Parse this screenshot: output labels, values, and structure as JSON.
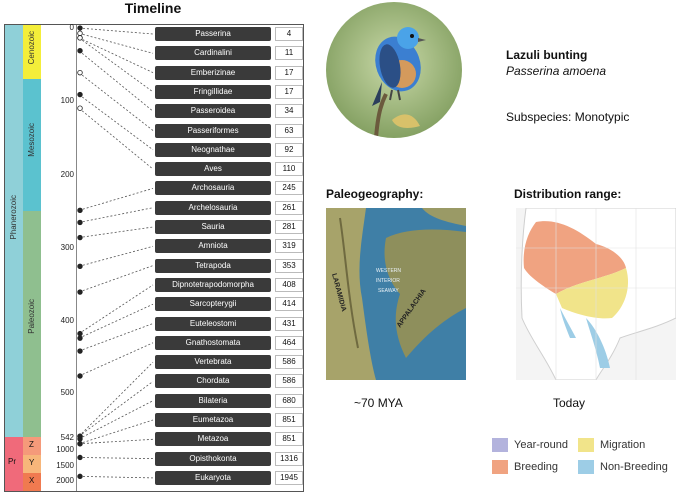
{
  "timeline": {
    "title": "Timeline",
    "eras": [
      "Cenozoic",
      "Mesozoic",
      "Paleozoic"
    ],
    "eon": "Phanerozoic",
    "eon_short": "Pr",
    "small_periods": [
      "Z",
      "Y",
      "X"
    ],
    "axis_ticks": [
      "0",
      "100",
      "200",
      "300",
      "400",
      "500",
      "542",
      "1000",
      "1500",
      "2000"
    ],
    "taxa": [
      {
        "name": "Passerina",
        "myr": "4"
      },
      {
        "name": "Cardinalini",
        "myr": "11"
      },
      {
        "name": "Emberizinae",
        "myr": "17"
      },
      {
        "name": "Fringillidae",
        "myr": "17"
      },
      {
        "name": "Passeroidea",
        "myr": "34"
      },
      {
        "name": "Passeriformes",
        "myr": "63"
      },
      {
        "name": "Neognathae",
        "myr": "92"
      },
      {
        "name": "Aves",
        "myr": "110"
      },
      {
        "name": "Archosauria",
        "myr": "245"
      },
      {
        "name": "Archelosauria",
        "myr": "261"
      },
      {
        "name": "Sauria",
        "myr": "281"
      },
      {
        "name": "Amniota",
        "myr": "319"
      },
      {
        "name": "Tetrapoda",
        "myr": "353"
      },
      {
        "name": "Dipnotetrapodomorpha",
        "myr": "408"
      },
      {
        "name": "Sarcopterygii",
        "myr": "414"
      },
      {
        "name": "Euteleostomi",
        "myr": "431"
      },
      {
        "name": "Gnathostomata",
        "myr": "464"
      },
      {
        "name": "Vertebrata",
        "myr": "586"
      },
      {
        "name": "Chordata",
        "myr": "586"
      },
      {
        "name": "Bilateria",
        "myr": "680"
      },
      {
        "name": "Eumetazoa",
        "myr": "851"
      },
      {
        "name": "Metazoa",
        "myr": "851"
      },
      {
        "name": "Opisthokonta",
        "myr": "1316"
      },
      {
        "name": "Eukaryota",
        "myr": "1945"
      }
    ]
  },
  "species": {
    "common_name": "Lazuli bunting",
    "scientific_name": "Passerina amoena",
    "subspecies": "Subspecies: Monotypic"
  },
  "paleo": {
    "heading": "Paleogeography:",
    "caption": "~70 MYA",
    "map_labels": [
      "LARAMIDIA",
      "WESTERN",
      "INTERIOR",
      "SEAWAY",
      "APPALACHIA"
    ]
  },
  "distribution": {
    "heading": "Distribution range:",
    "caption": "Today"
  },
  "legend": [
    {
      "label": "Year-round",
      "color": "#b3b3dd"
    },
    {
      "label": "Migration",
      "color": "#f1e48a"
    },
    {
      "label": "Breeding",
      "color": "#f0a381"
    },
    {
      "label": "Non-Breeding",
      "color": "#9dcde6"
    }
  ]
}
